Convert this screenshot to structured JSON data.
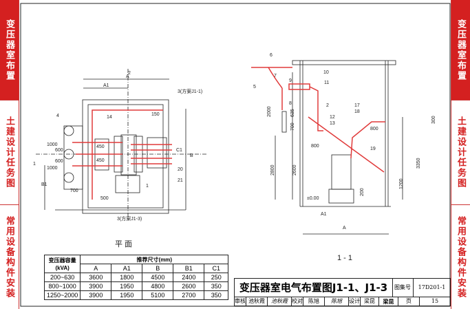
{
  "side_tabs": [
    {
      "label": "变压器室布置",
      "active": true
    },
    {
      "label": "土建设计任务图",
      "active": false
    },
    {
      "label": "常用设备构件安装",
      "active": false
    }
  ],
  "colors": {
    "accent": "#d42020",
    "line": "#222222",
    "cable": "#e03a3a"
  },
  "plan": {
    "caption": "平 面",
    "section_mark": "2",
    "section_mark_1": "1",
    "dims": {
      "A": "A",
      "A1": "A1",
      "B": "B",
      "B1": "B1",
      "C1": "C1",
      "d150": "150",
      "d1000a": "1000",
      "d600a": "600",
      "d600b": "600",
      "d1000b": "1000",
      "d450a": "450",
      "d450b": "450",
      "d700": "700",
      "d500": "500"
    },
    "callouts": {
      "c4": "4",
      "c14": "14",
      "c1": "1",
      "c20": "20",
      "c21": "21",
      "c3a": "3(方案J1-1)",
      "c3b": "3(方案J1-3)"
    }
  },
  "section": {
    "caption": "1 - 1",
    "dims": {
      "d2000": "2000",
      "d635": "635",
      "d700": "700",
      "d800a": "800",
      "d2800": "2800",
      "d2600": "2600",
      "d300": "300",
      "d800b": "800",
      "d3350": "3350",
      "d1200": "1200",
      "d200": "200",
      "level": "±0.00",
      "A1": "A1",
      "A": "A"
    },
    "callouts": {
      "c5": "5",
      "c6": "6",
      "c7": "7",
      "c8": "8",
      "c9": "9",
      "c10": "10",
      "c11": "11",
      "c2": "2",
      "c12": "12",
      "c13": "13",
      "c17": "17",
      "c18": "18",
      "c19": "19"
    }
  },
  "table": {
    "capacity_header": "变压器容量",
    "capacity_unit": "(kVA)",
    "size_header": "推荐尺寸(mm)",
    "columns": [
      "A",
      "A1",
      "B",
      "B1",
      "C1"
    ],
    "rows": [
      [
        "200~630",
        "3600",
        "1800",
        "4500",
        "2400",
        "250"
      ],
      [
        "800~1000",
        "3900",
        "1950",
        "4800",
        "2600",
        "350"
      ],
      [
        "1250~2000",
        "3900",
        "1950",
        "5100",
        "2700",
        "350"
      ]
    ]
  },
  "title_block": {
    "title": "变压器室电气布置图J1-1、J1-3",
    "atlas_label": "图集号",
    "atlas_no": "17D201-1",
    "review_label": "审核",
    "reviewer": "池秋霞",
    "reviewer_sign": "池秋霞",
    "check_label": "校对",
    "checker": "陈旭",
    "checker_sign": "陈旭",
    "design_label": "设计",
    "designer": "梁昆",
    "designer_sign": "梁昆",
    "page_label": "页",
    "page_no": "15"
  }
}
